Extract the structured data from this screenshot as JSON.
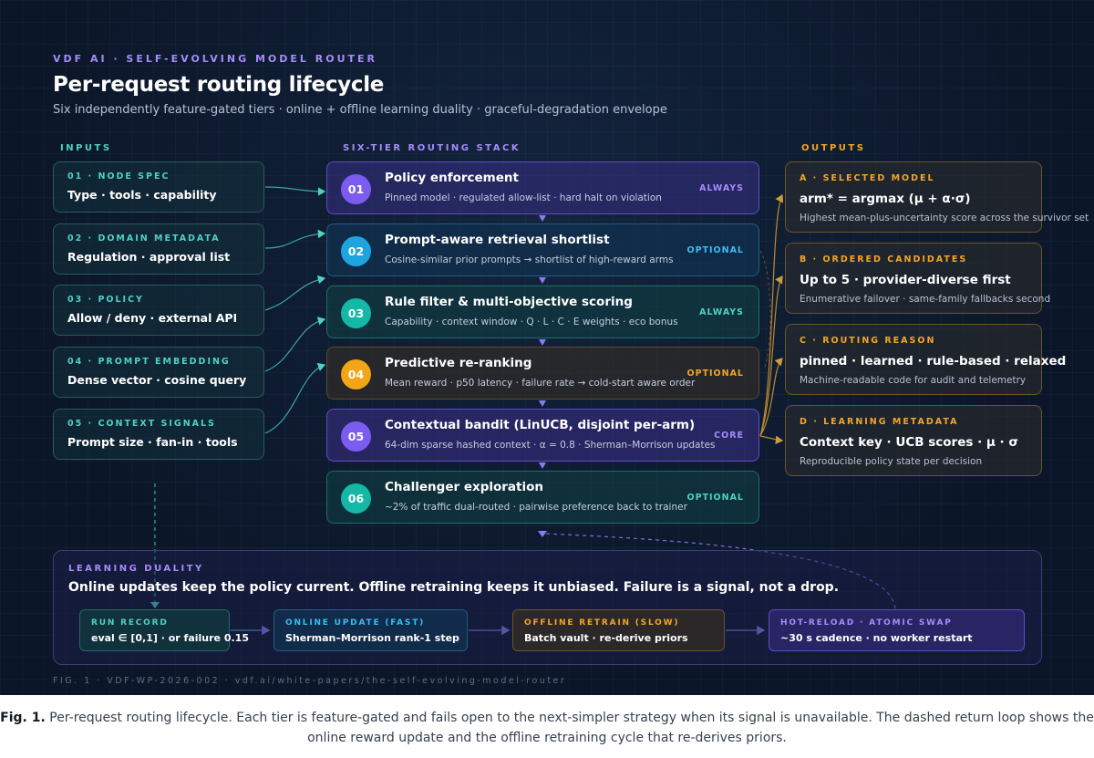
{
  "header": {
    "eyebrow": "VDF AI · SELF-EVOLVING MODEL ROUTER",
    "title": "Per-request routing lifecycle",
    "subtitle": "Six independently feature-gated tiers · online + offline learning duality · graceful-degradation envelope"
  },
  "columns": {
    "inputs": "INPUTS",
    "stack": "SIX-TIER ROUTING STACK",
    "outputs": "OUTPUTS"
  },
  "inputs": [
    {
      "label": "01 · NODE SPEC",
      "value": "Type · tools · capability"
    },
    {
      "label": "02 · DOMAIN METADATA",
      "value": "Regulation · approval list"
    },
    {
      "label": "03 · POLICY",
      "value": "Allow / deny · external API"
    },
    {
      "label": "04 · PROMPT EMBEDDING",
      "value": "Dense vector · cosine query"
    },
    {
      "label": "05 · CONTEXT SIGNALS",
      "value": "Prompt size · fan-in · tools"
    }
  ],
  "tiers": [
    {
      "num": "01",
      "name": "Policy enforcement",
      "desc": "Pinned model · regulated allow-list · hard halt on violation",
      "badge": "ALWAYS"
    },
    {
      "num": "02",
      "name": "Prompt-aware retrieval shortlist",
      "desc": "Cosine-similar prior prompts → shortlist of high-reward arms",
      "badge": "OPTIONAL"
    },
    {
      "num": "03",
      "name": "Rule filter & multi-objective scoring",
      "desc": "Capability · context window · Q · L · C · E weights · eco bonus",
      "badge": "ALWAYS"
    },
    {
      "num": "04",
      "name": "Predictive re-ranking",
      "desc": "Mean reward · p50 latency · failure rate → cold-start aware order",
      "badge": "OPTIONAL"
    },
    {
      "num": "05",
      "name": "Contextual bandit (LinUCB, disjoint per-arm)",
      "desc": "64-dim sparse hashed context · α = 0.8 · Sherman–Morrison updates",
      "badge": "CORE"
    },
    {
      "num": "06",
      "name": "Challenger exploration",
      "desc": "~2% of traffic dual-routed · pairwise preference back to trainer",
      "badge": "OPTIONAL"
    }
  ],
  "outputs": [
    {
      "label": "A · SELECTED MODEL",
      "value": "arm* = argmax (μ + α·σ)",
      "desc": "Highest mean-plus-uncertainty score across the survivor set"
    },
    {
      "label": "B · ORDERED CANDIDATES",
      "value": "Up to 5 · provider-diverse first",
      "desc": "Enumerative failover · same-family fallbacks second"
    },
    {
      "label": "C · ROUTING REASON",
      "value": "pinned · learned · rule-based · relaxed",
      "desc": "Machine-readable code for audit and telemetry"
    },
    {
      "label": "D · LEARNING METADATA",
      "value": "Context key · UCB scores · μ · σ",
      "desc": "Reproducible policy state per decision"
    }
  ],
  "learning": {
    "label": "LEARNING DUALITY",
    "statement": "Online updates keep the policy current. Offline retraining keeps it unbiased. Failure is a signal, not a drop.",
    "steps": [
      {
        "label": "RUN RECORD",
        "value": "eval ∈ [0,1] · or failure 0.15"
      },
      {
        "label": "ONLINE UPDATE (FAST)",
        "value": "Sherman–Morrison rank-1 step"
      },
      {
        "label": "OFFLINE RETRAIN (SLOW)",
        "value": "Batch vault · re-derive priors"
      },
      {
        "label": "HOT-RELOAD · ATOMIC SWAP",
        "value": "~30 s cadence · no worker restart"
      }
    ]
  },
  "figure_label": "FIG. 1 · VDF-WP-2026-002 · vdf.ai/white-papers/the-self-evolving-model-router",
  "caption": {
    "prefix": "Fig. 1.",
    "text": "Per-request routing lifecycle. Each tier is feature-gated and fails open to the next-simpler strategy when its signal is unavailable. The dashed return loop shows the online reward update and the offline retraining cycle that re-derives priors."
  },
  "colors": {
    "background": "#0b1628",
    "teal": "#4fd1c5",
    "violet": "#a78bfa",
    "amber": "#f5a524",
    "sky": "#38bdf8"
  }
}
